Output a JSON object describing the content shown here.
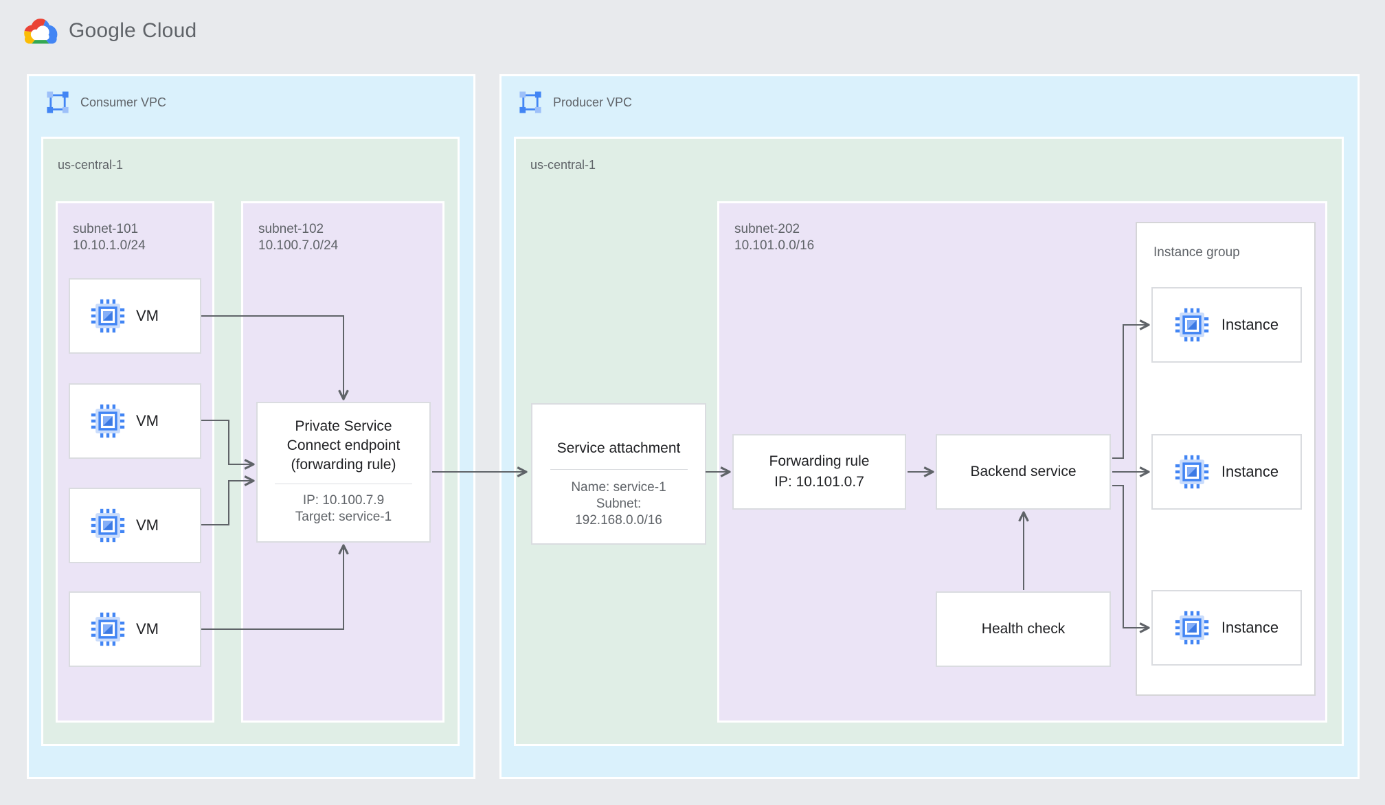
{
  "colors": {
    "page_bg": "#e8eaed",
    "vpc_bg": "#daf1fc",
    "region_bg": "#e0eee6",
    "subnet_bg": "#ebe4f6",
    "card_border": "#dadce0",
    "arrow": "#5f6368",
    "text_dark": "#202124",
    "text_gray": "#5f6368",
    "google_blue": "#4285f4",
    "google_red": "#ea4335",
    "google_yellow": "#fbbc05",
    "google_green": "#34a853"
  },
  "logo": {
    "google": "Google",
    "cloud": "Cloud"
  },
  "consumer_vpc": {
    "label": "Consumer VPC",
    "region_label": "us-central-1",
    "subnet_101": {
      "name": "subnet-101",
      "cidr": "10.10.1.0/24",
      "vms": [
        "VM",
        "VM",
        "VM",
        "VM"
      ]
    },
    "subnet_102": {
      "name": "subnet-102",
      "cidr": "10.100.7.0/24",
      "psc_endpoint": {
        "title1": "Private Service",
        "title2": "Connect endpoint",
        "title3": "(forwarding rule)",
        "ip": "IP: 10.100.7.9",
        "target": "Target: service-1"
      }
    }
  },
  "producer_vpc": {
    "label": "Producer VPC",
    "region_label": "us-central-1",
    "service_attachment": {
      "title": "Service attachment",
      "name": "Name: service-1",
      "subnet_line1": "Subnet:",
      "subnet_line2": "192.168.0.0/16"
    },
    "subnet_202": {
      "name": "subnet-202",
      "cidr": "10.101.0.0/16",
      "forwarding_rule": {
        "title": "Forwarding rule",
        "ip": "IP: 10.101.0.7"
      },
      "backend_service": "Backend service",
      "health_check": "Health check",
      "instance_group": {
        "label": "Instance group",
        "instances": [
          "Instance",
          "Instance",
          "Instance"
        ]
      }
    }
  }
}
